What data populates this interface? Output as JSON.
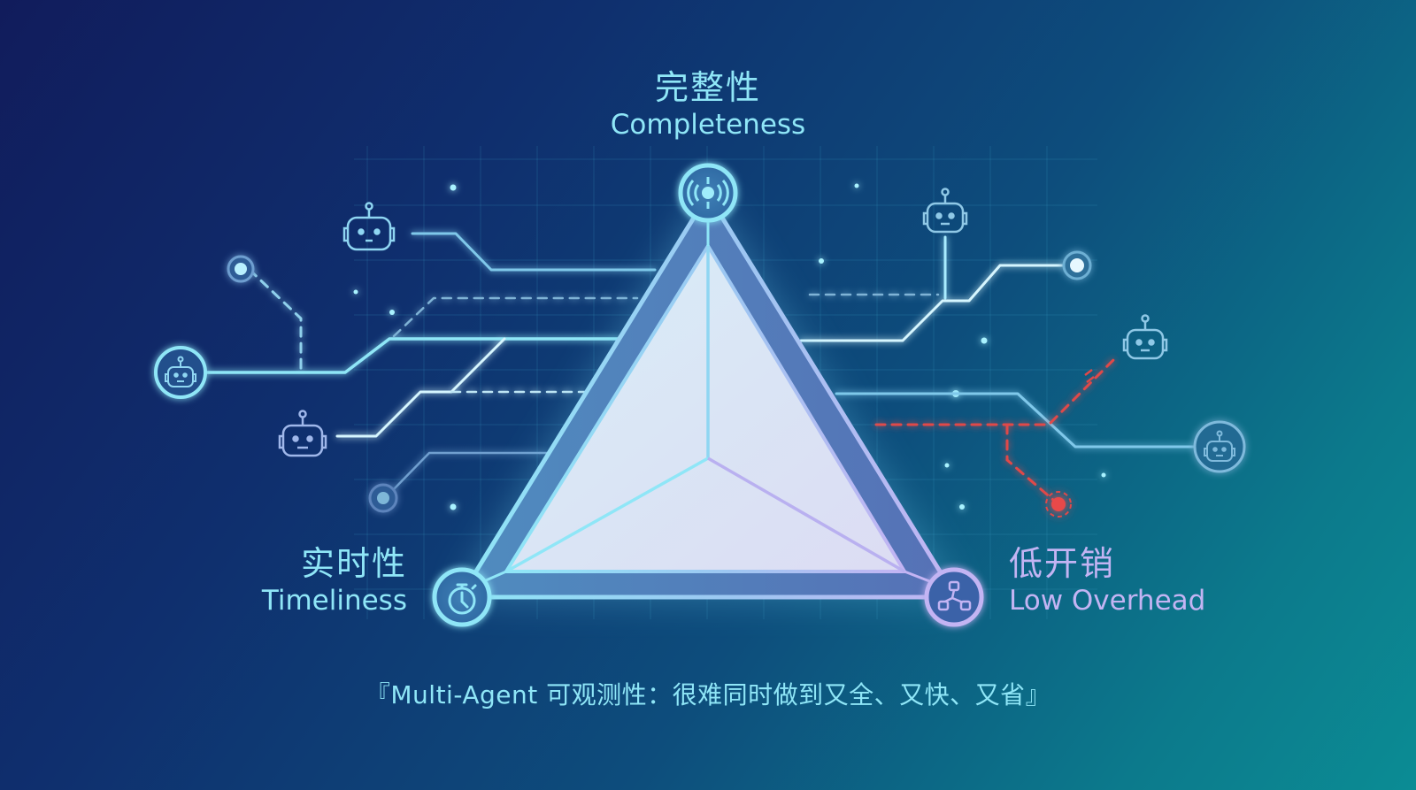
{
  "title": "Multi-Agent Observability Trade-off Triangle",
  "vertices": {
    "top": {
      "zh": "完整性",
      "en": "Completeness",
      "icon": "radar-target-icon",
      "color": "#8fe6f7"
    },
    "left": {
      "zh": "实时性",
      "en": "Timeliness",
      "icon": "stopwatch-icon",
      "color": "#8fe6f7"
    },
    "right": {
      "zh": "低开销",
      "en": "Low Overhead",
      "icon": "network-nodes-icon",
      "color": "#c3b4f3"
    }
  },
  "caption": "『Multi-Agent 可观测性：很难同时做到又全、又快、又省』",
  "agents": [
    {
      "id": "agent-left-circle",
      "icon": "robot-icon",
      "position": "left"
    },
    {
      "id": "agent-top-left",
      "icon": "robot-icon",
      "position": "upper-left"
    },
    {
      "id": "agent-lower-left",
      "icon": "robot-icon",
      "position": "lower-left"
    },
    {
      "id": "agent-top-right",
      "icon": "robot-icon",
      "position": "upper-right"
    },
    {
      "id": "agent-mid-right",
      "icon": "robot-icon",
      "position": "right"
    },
    {
      "id": "agent-right-circle",
      "icon": "robot-icon",
      "position": "far-right"
    }
  ],
  "colors": {
    "background_start": "#111c5c",
    "background_end": "#0b8c94",
    "accent_cyan": "#8fe6f7",
    "accent_violet": "#c3b4f3",
    "error_red": "#e04848",
    "triangle_fill": "#dbe9f6",
    "triangle_band": "#5a86bd"
  }
}
